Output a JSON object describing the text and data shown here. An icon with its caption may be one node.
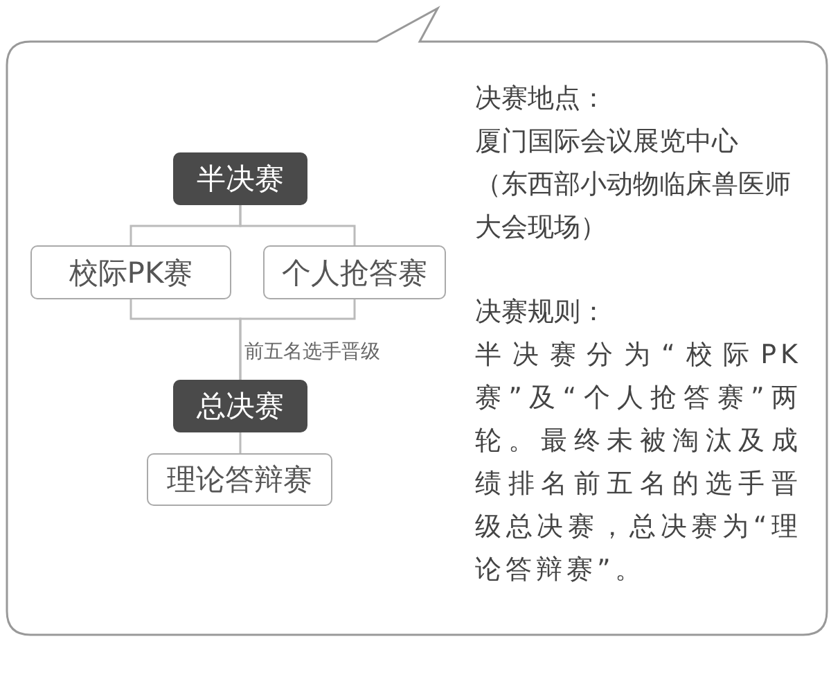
{
  "diagram": {
    "nodes": [
      {
        "text": [
          "半决赛"
        ]
      },
      {
        "text": [
          "校际PK赛"
        ]
      },
      {
        "text": [
          "个人抢答赛"
        ]
      },
      {
        "text": [
          "总决赛"
        ]
      },
      {
        "text": [
          "理论答辩赛"
        ]
      }
    ],
    "edges": [
      {
        "from": 0,
        "to": 1,
        "arrow": "none"
      },
      {
        "from": 0,
        "to": 2,
        "arrow": "none"
      },
      {
        "from": 1,
        "to": 3,
        "arrow": "none",
        "label": "前五名选手晋级"
      },
      {
        "from": 2,
        "to": 3,
        "arrow": "none"
      },
      {
        "from": 3,
        "to": 4,
        "arrow": "none"
      }
    ],
    "labels": [
      "决赛地点：",
      "厦门国际会议展览中心",
      "（东西部小动物临床兽医师大会现场）",
      "决赛规则：",
      "半决赛分为“校际PK赛”及“个人抢答赛”两轮。最终未被淘汰及成绩排名前五名的选手晋级总决赛，总决赛为“理论答辩赛”。"
    ]
  }
}
